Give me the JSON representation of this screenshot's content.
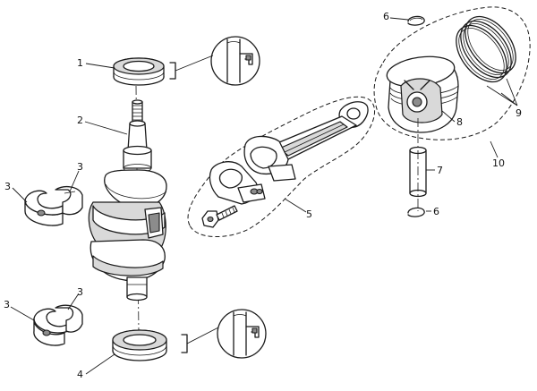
{
  "callouts": [
    {
      "id": "1",
      "text": "1"
    },
    {
      "id": "2",
      "text": "2"
    },
    {
      "id": "3a",
      "text": "3"
    },
    {
      "id": "3b",
      "text": "3"
    },
    {
      "id": "3c",
      "text": "3"
    },
    {
      "id": "3d",
      "text": "3"
    },
    {
      "id": "4",
      "text": "4"
    },
    {
      "id": "5",
      "text": "5"
    },
    {
      "id": "6a",
      "text": "6"
    },
    {
      "id": "6b",
      "text": "6"
    },
    {
      "id": "7",
      "text": "7"
    },
    {
      "id": "8",
      "text": "8"
    },
    {
      "id": "9",
      "text": "9"
    },
    {
      "id": "10",
      "text": "10"
    }
  ],
  "colors": {
    "line": "#1a1a1a",
    "shade": "#d9d9d9",
    "dark": "#8c8c8c",
    "background": "#ffffff"
  },
  "icons": [
    "oil-seal-detail-icon"
  ]
}
